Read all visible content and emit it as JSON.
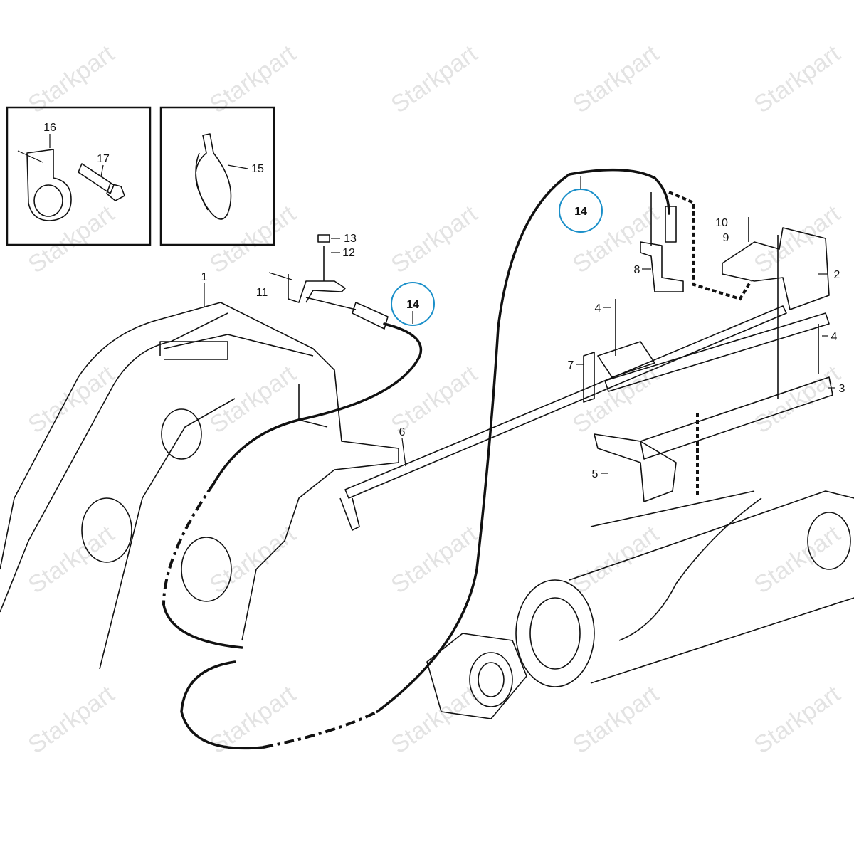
{
  "watermark": "Starkpart",
  "callouts": [
    "16",
    "17",
    "15",
    "13",
    "12",
    "11",
    "1",
    "14",
    "14",
    "10",
    "9",
    "2",
    "8",
    "4",
    "4",
    "7",
    "3",
    "6",
    "5"
  ],
  "highlighted_callout": "14",
  "highlight_color": "#1a8fc9"
}
